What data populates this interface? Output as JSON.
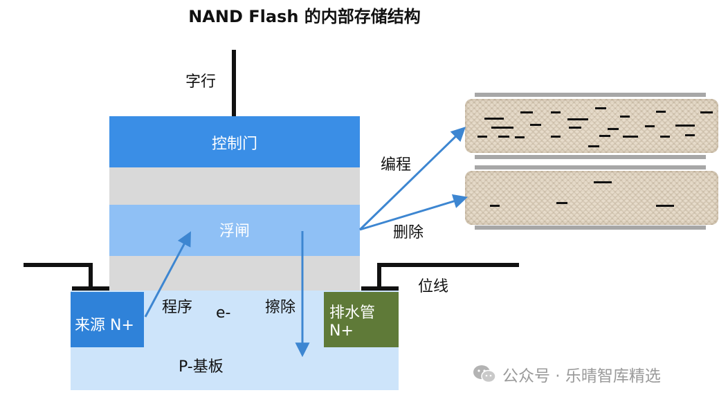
{
  "title": "NAND Flash 的内部存储结构",
  "labels": {
    "word_line": "字行",
    "control_gate": "控制门",
    "floating_gate": "浮闸",
    "bit_line": "位线",
    "source": "来源 N+",
    "drain_line1": "排水管",
    "drain_line2": "N+",
    "substrate": "P-基板",
    "program_arrow": "程序",
    "electron": "e-",
    "erase_arrow": "擦除",
    "programmed_state": "编程",
    "erased_state": "删除"
  },
  "watermark": {
    "icon": "wechat-icon",
    "text": "公众号 · 乐晴智库精选"
  },
  "colors": {
    "control_gate": "#3a8ee6",
    "oxide": "#d9d9d9",
    "floating_gate": "#8fc0f5",
    "substrate": "#cde4fa",
    "source": "#2f82d9",
    "drain": "#5f7a38",
    "arrow": "#3d86d1"
  }
}
